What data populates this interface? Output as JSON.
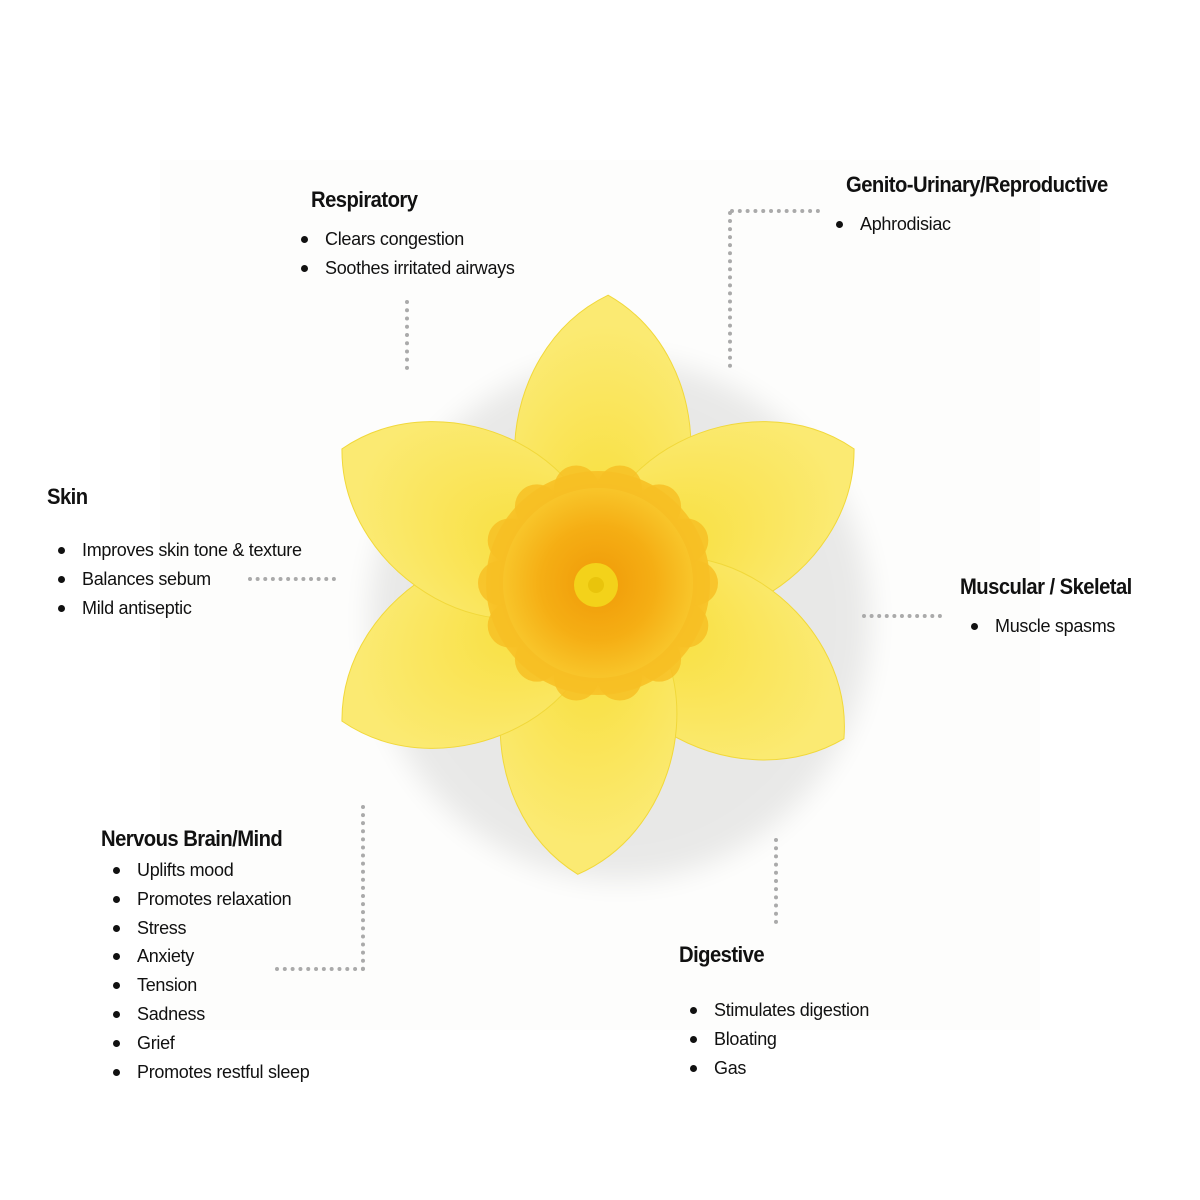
{
  "sections": {
    "respiratory": {
      "title": "Respiratory",
      "items": [
        "Clears congestion",
        "Soothes irritated airways"
      ]
    },
    "genito": {
      "title": "Genito-Urinary/Reproductive",
      "items": [
        "Aphrodisiac"
      ]
    },
    "skin": {
      "title": "Skin",
      "items": [
        "Improves skin tone & texture",
        "Balances sebum",
        "Mild antiseptic"
      ]
    },
    "muscular": {
      "title": "Muscular / Skeletal",
      "items": [
        "Muscle spasms"
      ]
    },
    "nervous": {
      "title": "Nervous Brain/Mind",
      "items": [
        "Uplifts mood",
        "Promotes relaxation",
        "Stress",
        "Anxiety",
        "Tension",
        "Sadness",
        "Grief",
        "Promotes restful sleep"
      ]
    },
    "digestive": {
      "title": "Digestive",
      "items": [
        "Stimulates digestion",
        "Bloating",
        "Gas"
      ]
    }
  },
  "colors": {
    "petal": "#f7e04a",
    "petal_light": "#fbec7a",
    "corona": "#f6b417",
    "corona_inner": "#f2a20c",
    "connector": "#aaaaaa"
  }
}
